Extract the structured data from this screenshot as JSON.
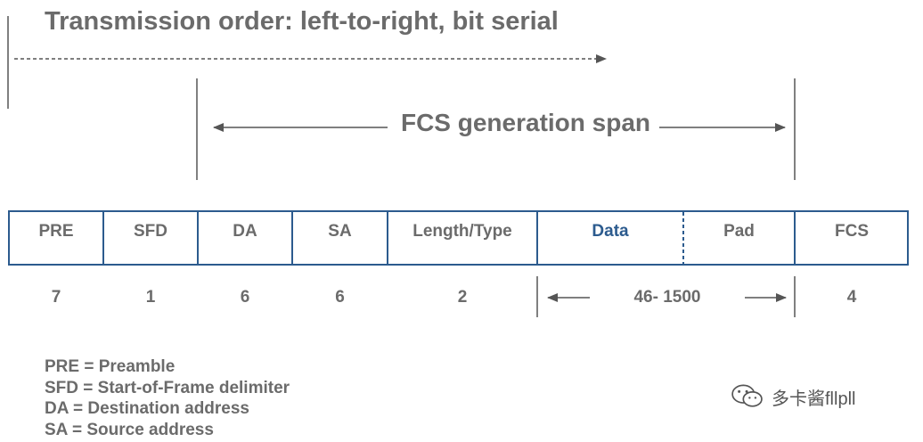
{
  "title": "Transmission order: left-to-right, bit serial",
  "fcs_span_label": "FCS generation span",
  "fields": [
    {
      "label": "PRE",
      "size": "7"
    },
    {
      "label": "SFD",
      "size": "1"
    },
    {
      "label": "DA",
      "size": "6"
    },
    {
      "label": "SA",
      "size": "6"
    },
    {
      "label": "Length/Type",
      "size": "2"
    },
    {
      "label": "Data",
      "size": ""
    },
    {
      "label": "Pad",
      "size": ""
    },
    {
      "label": "FCS",
      "size": "4"
    }
  ],
  "data_pad_size": "46- 1500",
  "legend": [
    "PRE = Preamble",
    "SFD = Start-of-Frame delimiter",
    "DA = Destination address",
    "SA = Source address"
  ],
  "watermark": "多卡酱fllpll",
  "colors": {
    "frame_border": "#2c5b8e",
    "data_text": "#2c5b8e",
    "text": "#6b6b6b",
    "lines": "#555555"
  }
}
